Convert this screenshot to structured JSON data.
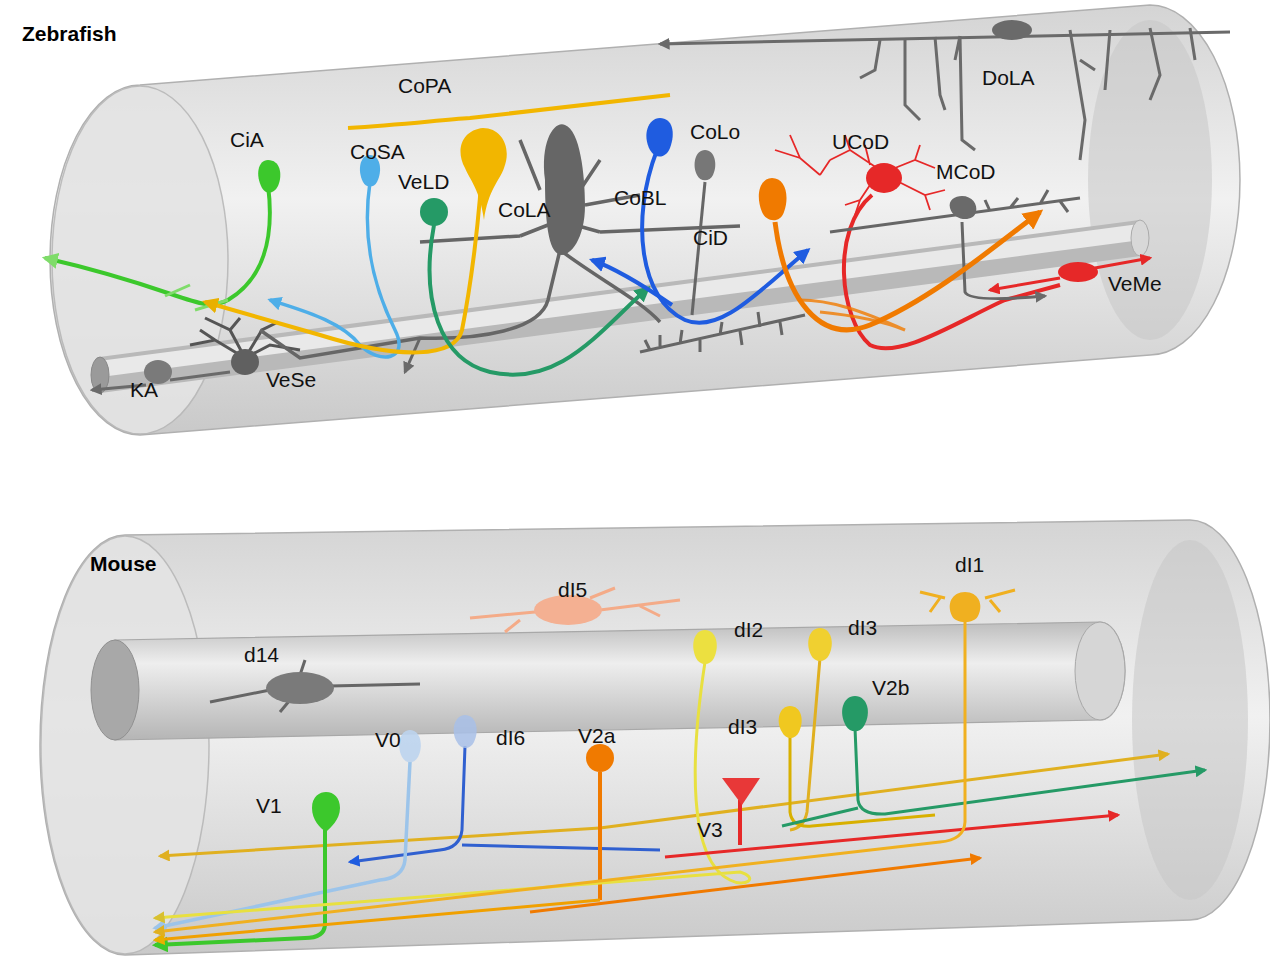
{
  "diagram": {
    "labels": [
      "Zebrafish",
      "CoPA",
      "DoLA",
      "CiA",
      "CoSA",
      "VeLD",
      "CoLA",
      "CoBL",
      "CoLo",
      "UCoD",
      "MCoD",
      "CiD",
      "VeMe",
      "KA",
      "VeSe",
      "Mouse",
      "dI5",
      "dI1",
      "d14",
      "dI2",
      "dI3",
      "V2b",
      "dI3",
      "V0",
      "dI6",
      "V2a",
      "V1",
      "V3"
    ]
  }
}
